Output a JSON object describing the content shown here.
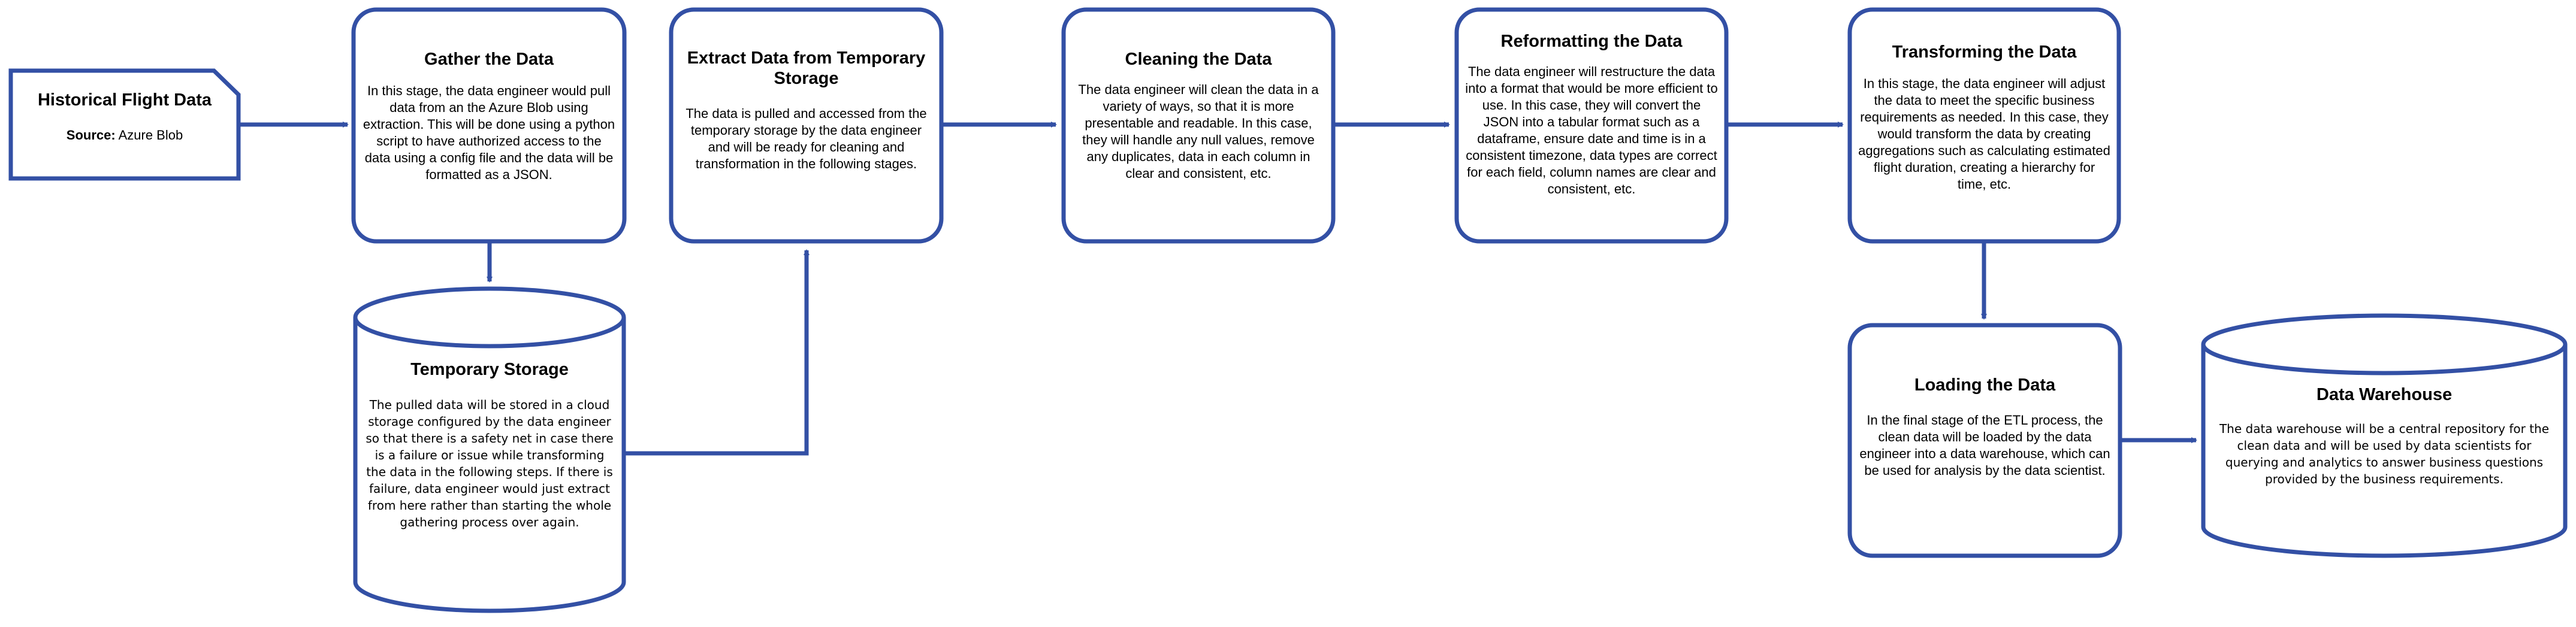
{
  "diagram": {
    "colors": {
      "stroke": "#3350a5",
      "fill": "#ffffff",
      "text": "#000000"
    },
    "source": {
      "title": "Historical Flight Data",
      "source_label": "Source:",
      "source_value": "Azure Blob"
    },
    "gather": {
      "title": "Gather the Data",
      "text": "In this stage, the data engineer would pull data from an the Azure Blob using extraction. This will be done using a python script to have authorized access to the data using a config file and the data will be formatted as a JSON."
    },
    "temp_storage": {
      "title": "Temporary Storage",
      "text": "The pulled data will be stored in a cloud storage configured by the data engineer so that there is a safety net in case there is a failure or issue while transforming the data in the following steps. If there is failure, data engineer would just extract from here rather than starting the whole gathering process over again."
    },
    "extract": {
      "title": "Extract Data from Temporary Storage",
      "text": "The data is pulled and accessed from the temporary storage by the data engineer and will be ready for cleaning and transformation in the following stages."
    },
    "cleaning": {
      "title": "Cleaning the Data",
      "text": "The data engineer will clean the data in a variety of ways, so that it is more presentable and readable. In this case, they will handle any null values, remove any duplicates, data in each column in clear and consistent, etc."
    },
    "reformatting": {
      "title": "Reformatting the Data",
      "text": "The data engineer will restructure the data into a format that would be more efficient to use. In this case, they will convert the JSON into a tabular format such as a dataframe, ensure date and time is in a consistent timezone, data types are correct for each field, column names are clear and consistent, etc."
    },
    "transforming": {
      "title": "Transforming the Data",
      "text": "In this stage, the data engineer will adjust the data to meet the specific business requirements as needed. In this case, they would transform the data by creating aggregations such as calculating estimated flight duration, creating a hierarchy for time, etc."
    },
    "loading": {
      "title": "Loading the Data",
      "text": "In the final stage of the ETL process, the clean data will be loaded by the data engineer into a data warehouse, which can be used for analysis by the data scientist."
    },
    "warehouse": {
      "title": "Data Warehouse",
      "text": "The data warehouse will be a central repository for the clean data and will be used by data scientists for querying and analytics to answer business questions provided by the business requirements."
    }
  }
}
